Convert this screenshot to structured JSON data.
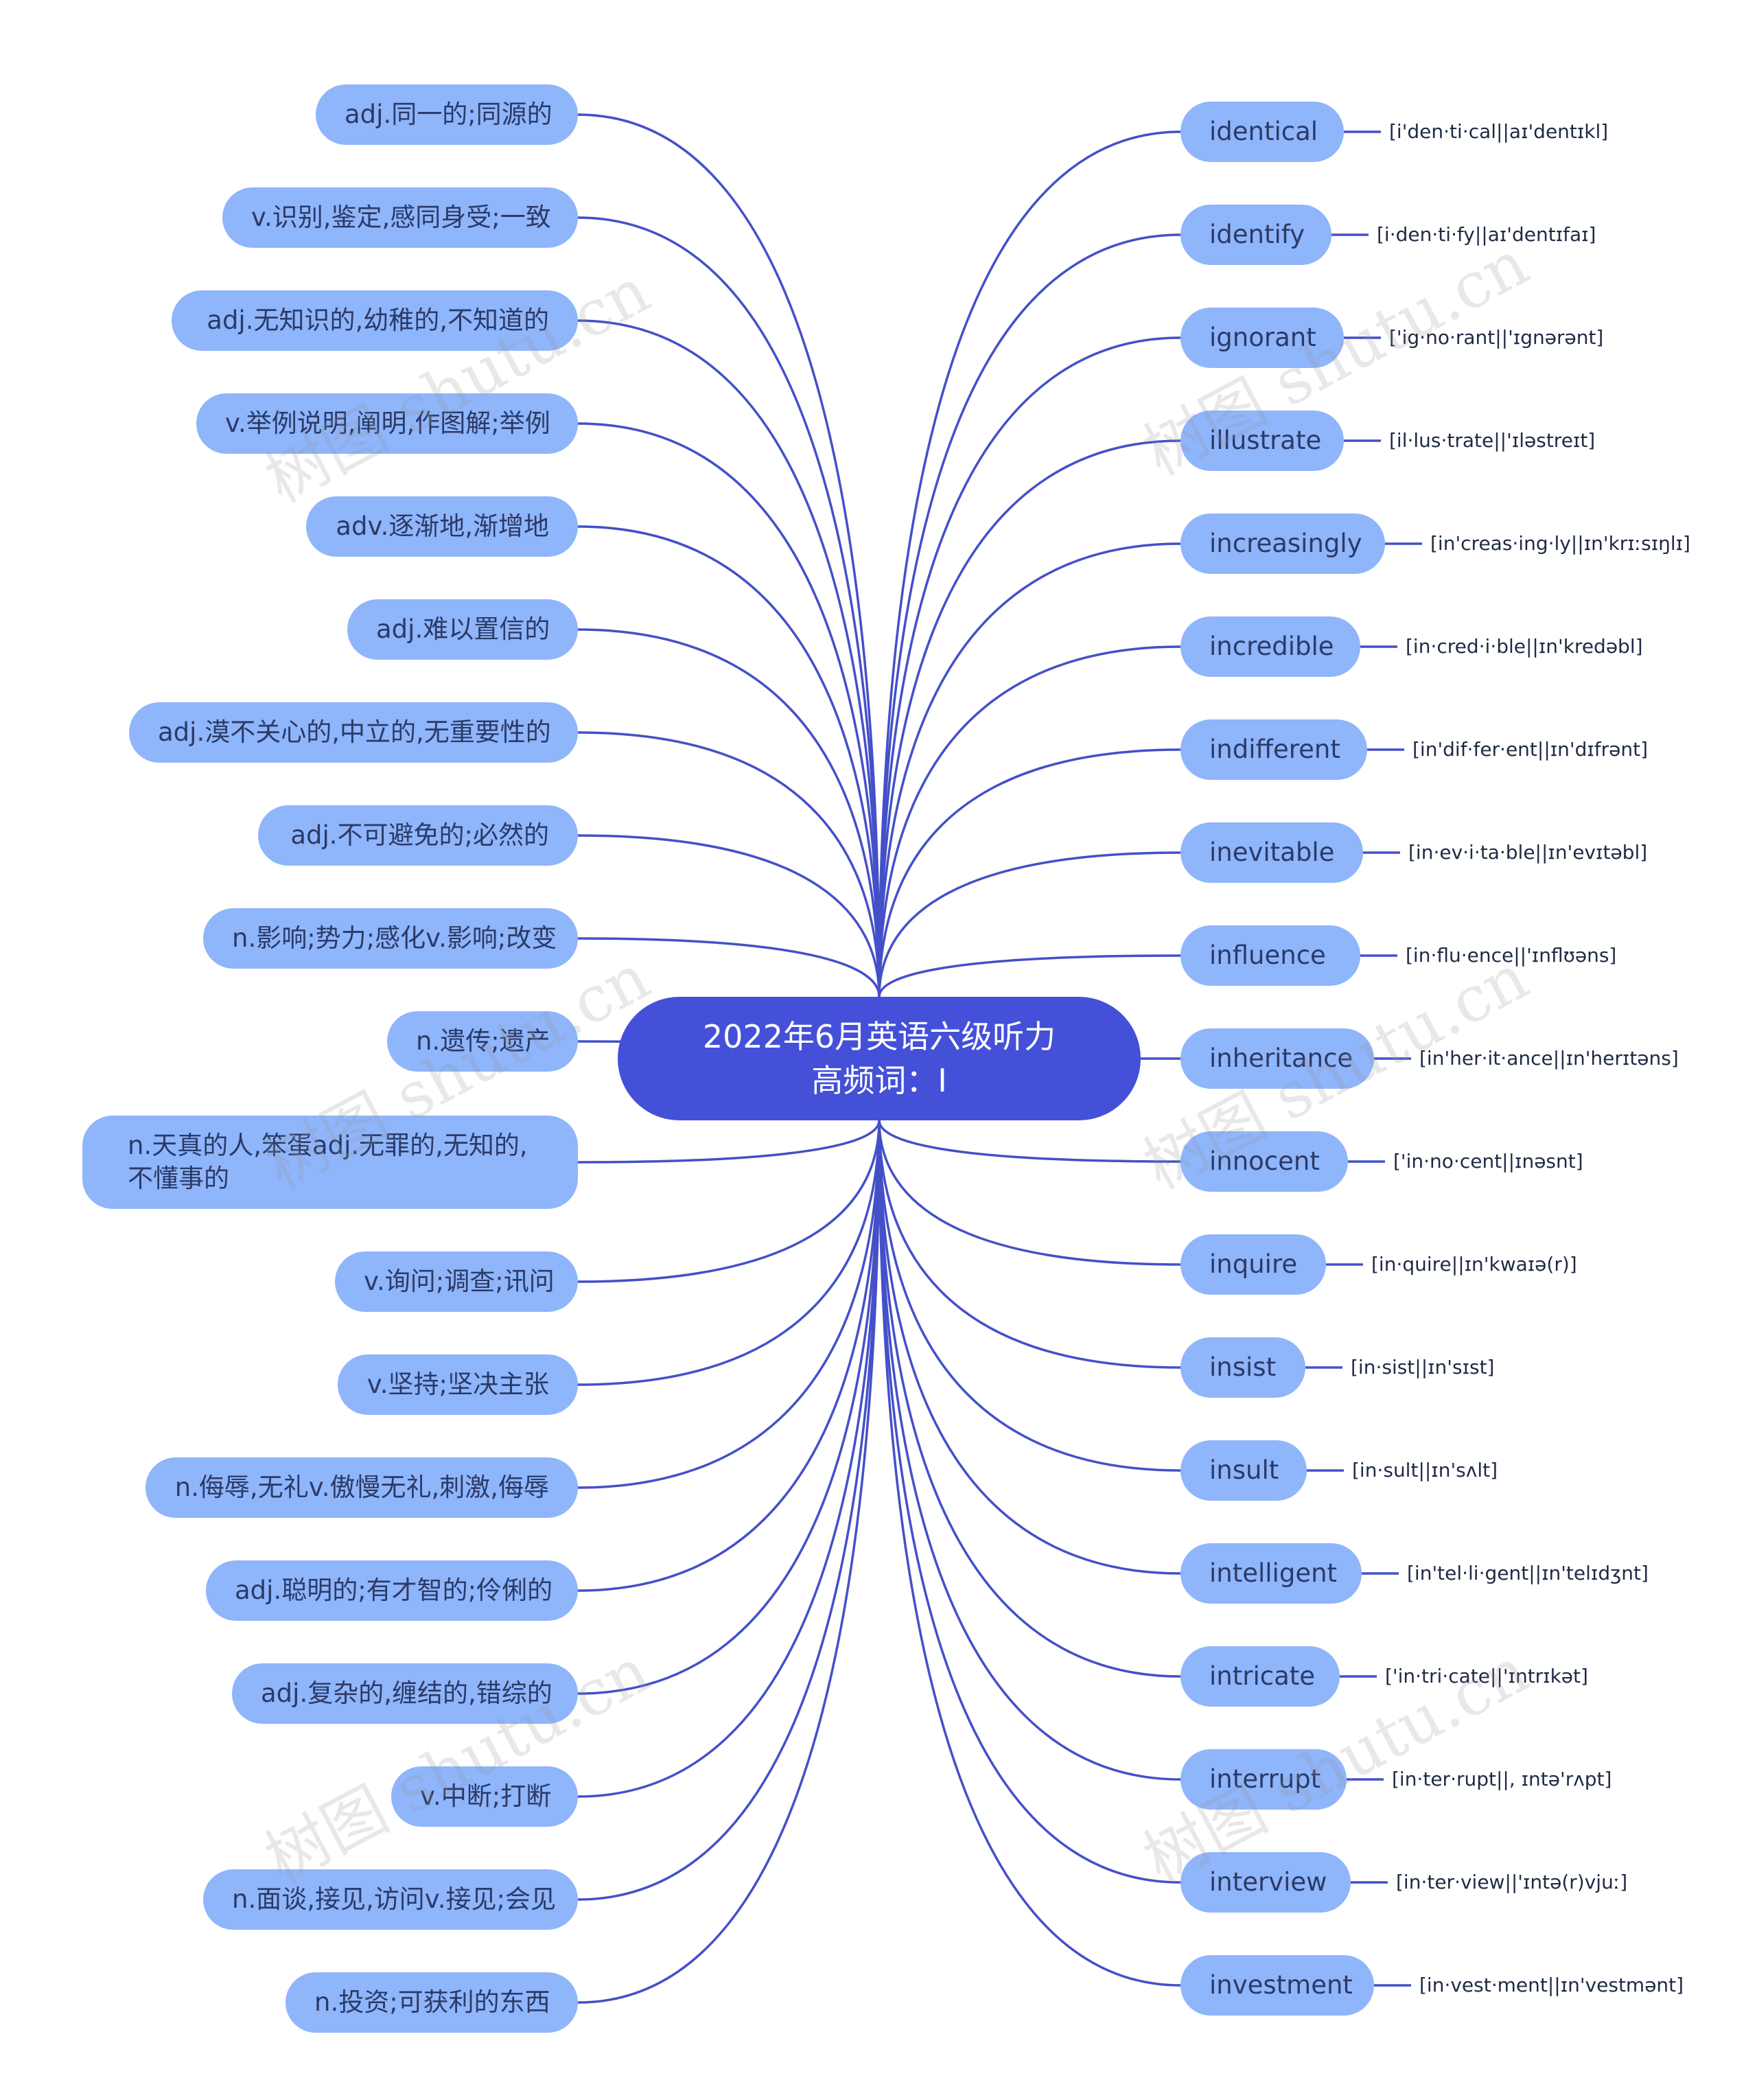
{
  "center": {
    "line1": "2022年6月英语六级听力",
    "line2": "高频词：I"
  },
  "watermark": "树图 shutu.cn",
  "colors": {
    "center": "#4450d8",
    "node": "#8fb5fb",
    "edge": "#4450c8",
    "text": "#2b3a67"
  },
  "words": [
    {
      "word": "identical",
      "phon": "[i'den·ti·cal||aɪ'dentɪkl]",
      "meaning": "adj.同一的;同源的"
    },
    {
      "word": "identify",
      "phon": "[i·den·ti·fy||aɪ'dentɪfaɪ]",
      "meaning": "v.识别,鉴定,感同身受;一致"
    },
    {
      "word": "ignorant",
      "phon": "['ig·no·rant||'ɪgnərənt]",
      "meaning": "adj.无知识的,幼稚的,不知道的"
    },
    {
      "word": "illustrate",
      "phon": "[il·lus·trate||'ɪləstreɪt]",
      "meaning": "v.举例说明,阐明,作图解;举例"
    },
    {
      "word": "increasingly",
      "phon": "[in'creas·ing·ly||ɪn'krɪːsɪŋlɪ]",
      "meaning": "adv.逐渐地,渐增地"
    },
    {
      "word": "incredible",
      "phon": "[in·cred·i·ble||ɪn'kredəbl]",
      "meaning": "adj.难以置信的"
    },
    {
      "word": "indifferent",
      "phon": "[in'dif·fer·ent||ɪn'dɪfrənt]",
      "meaning": "adj.漠不关心的,中立的,无重要性的"
    },
    {
      "word": "inevitable",
      "phon": "[in·ev·i·ta·ble||ɪn'evɪtəbl]",
      "meaning": "adj.不可避免的;必然的"
    },
    {
      "word": "influence",
      "phon": "[in·flu·ence||'ɪnflʊəns]",
      "meaning": "n.影响;势力;感化v.影响;改变"
    },
    {
      "word": "inheritance",
      "phon": "[in'her·it·ance||ɪn'herɪtəns]",
      "meaning": "n.遗传;遗产"
    },
    {
      "word": "innocent",
      "phon": "['in·no·cent||ɪnəsnt]",
      "meaning": "n.天真的人,笨蛋adj.无罪的,无知的,不懂事的"
    },
    {
      "word": "inquire",
      "phon": "[in·quire||ɪn'kwaɪə(r)]",
      "meaning": "v.询问;调查;讯问"
    },
    {
      "word": "insist",
      "phon": "[in·sist||ɪn'sɪst]",
      "meaning": "v.坚持;坚决主张"
    },
    {
      "word": "insult",
      "phon": "[in·sult||ɪn'sʌlt]",
      "meaning": "n.侮辱,无礼v.傲慢无礼,刺激,侮辱"
    },
    {
      "word": "intelligent",
      "phon": "[in'tel·li·gent||ɪn'telɪdʒnt]",
      "meaning": "adj.聪明的;有才智的;伶俐的"
    },
    {
      "word": "intricate",
      "phon": "['in·tri·cate||'ɪntrɪkət]",
      "meaning": "adj.复杂的,缠结的,错综的"
    },
    {
      "word": "interrupt",
      "phon": "[in·ter·rupt||, ɪntə'rʌpt]",
      "meaning": "v.中断;打断"
    },
    {
      "word": "interview",
      "phon": "[in·ter·view||'ɪntə(r)vjuː]",
      "meaning": "n.面谈,接见,访问v.接见;会见"
    },
    {
      "word": "investment",
      "phon": "[in·vest·ment||ɪn'vestmənt]",
      "meaning": "n.投资;可获利的东西"
    }
  ]
}
